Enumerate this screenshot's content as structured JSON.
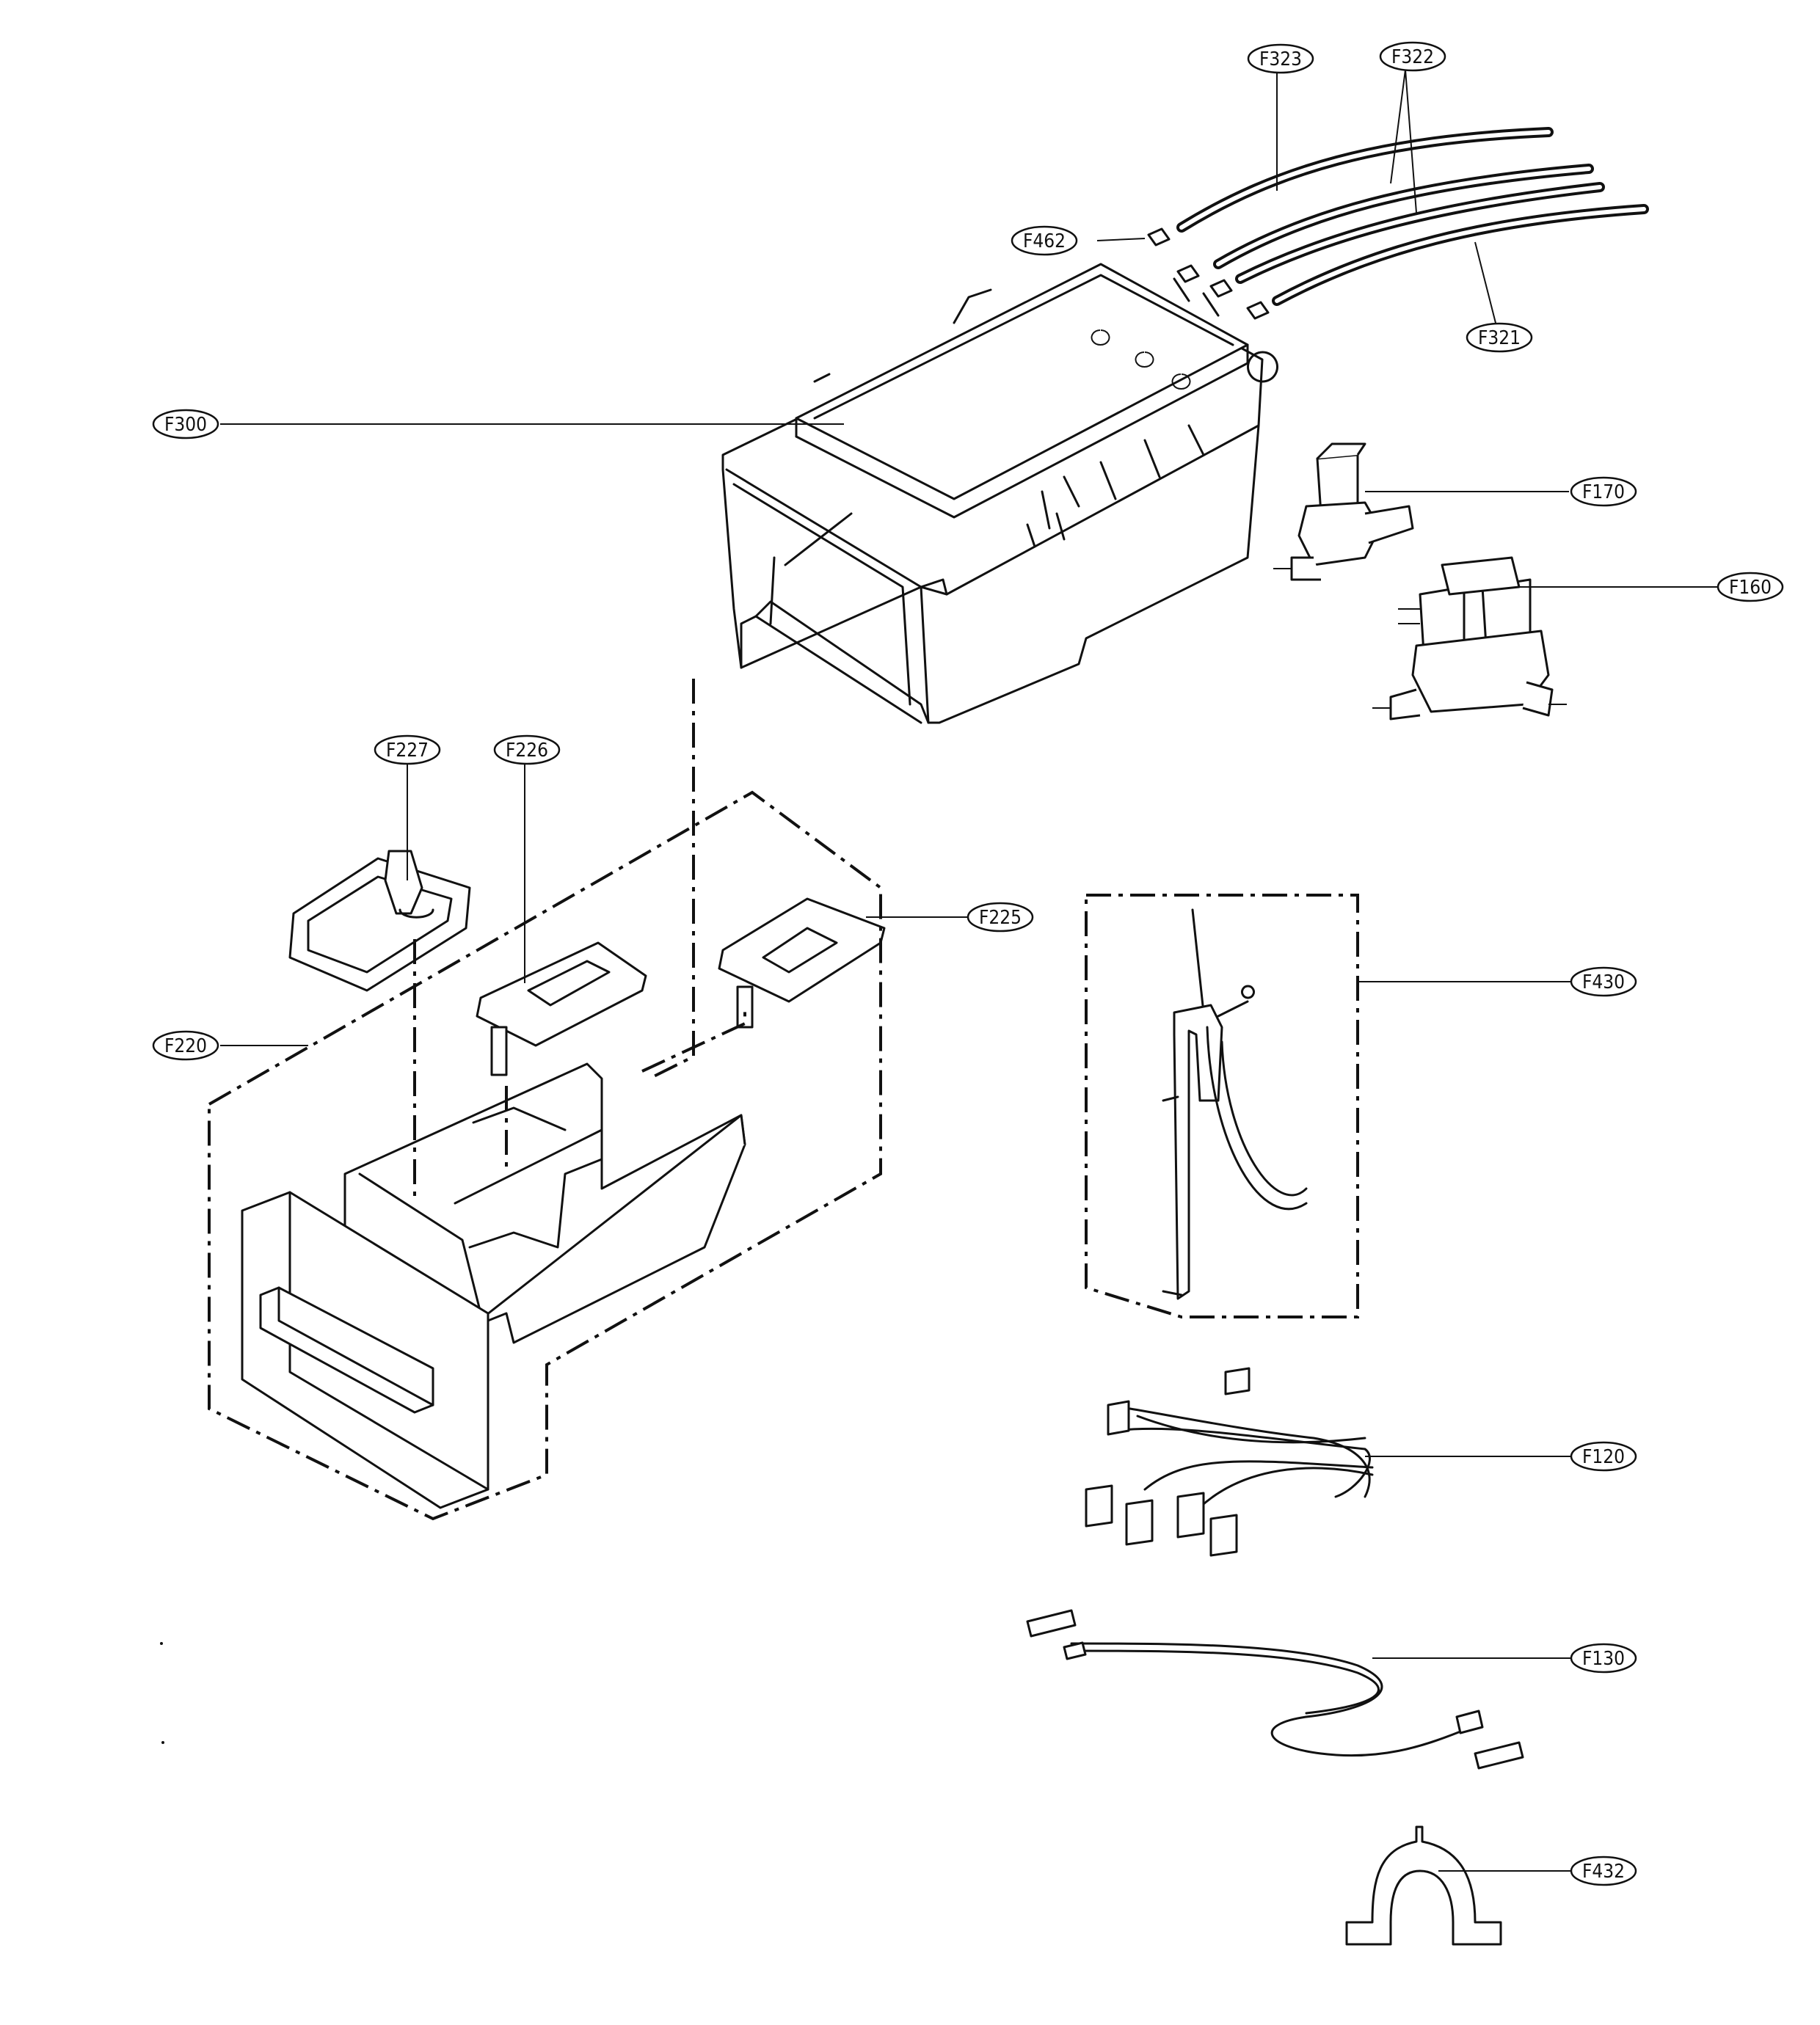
{
  "callouts": {
    "F323": "F323",
    "F322": "F322",
    "F462": "F462",
    "F321": "F321",
    "F300": "F300",
    "F170": "F170",
    "F160": "F160",
    "F227": "F227",
    "F226": "F226",
    "F225": "F225",
    "F430": "F430",
    "F220": "F220",
    "F120": "F120",
    "F130": "F130",
    "F432": "F432"
  }
}
